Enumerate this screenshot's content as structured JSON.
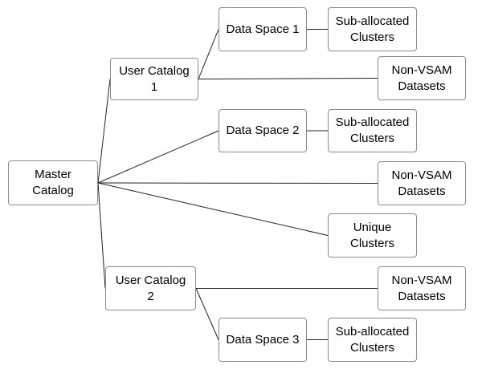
{
  "nodes": {
    "master_catalog": {
      "lines": [
        "Master",
        "Catalog"
      ]
    },
    "user_catalog_1": {
      "lines": [
        "User Catalog",
        "1"
      ]
    },
    "user_catalog_2": {
      "lines": [
        "User Catalog",
        "2"
      ]
    },
    "data_space_1": {
      "lines": [
        "Data Space 1"
      ]
    },
    "data_space_2": {
      "lines": [
        "Data Space 2"
      ]
    },
    "data_space_3": {
      "lines": [
        "Data Space 3"
      ]
    },
    "sub_allocated_1": {
      "lines": [
        "Sub-allocated",
        "Clusters"
      ]
    },
    "sub_allocated_2": {
      "lines": [
        "Sub-allocated",
        "Clusters"
      ]
    },
    "sub_allocated_3": {
      "lines": [
        "Sub-allocated",
        "Clusters"
      ]
    },
    "non_vsam_1": {
      "lines": [
        "Non-VSAM",
        "Datasets"
      ]
    },
    "non_vsam_2": {
      "lines": [
        "Non-VSAM",
        "Datasets"
      ]
    },
    "non_vsam_3": {
      "lines": [
        "Non-VSAM",
        "Datasets"
      ]
    },
    "unique_clusters": {
      "lines": [
        "Unique",
        "Clusters"
      ]
    }
  },
  "edges": [
    [
      "master_catalog",
      "user_catalog_1"
    ],
    [
      "master_catalog",
      "data_space_2"
    ],
    [
      "master_catalog",
      "non_vsam_2"
    ],
    [
      "master_catalog",
      "unique_clusters"
    ],
    [
      "master_catalog",
      "user_catalog_2"
    ],
    [
      "user_catalog_1",
      "data_space_1"
    ],
    [
      "user_catalog_1",
      "non_vsam_1"
    ],
    [
      "user_catalog_2",
      "non_vsam_3"
    ],
    [
      "user_catalog_2",
      "data_space_3"
    ],
    [
      "data_space_1",
      "sub_allocated_1"
    ],
    [
      "data_space_2",
      "sub_allocated_2"
    ],
    [
      "data_space_3",
      "sub_allocated_3"
    ]
  ]
}
